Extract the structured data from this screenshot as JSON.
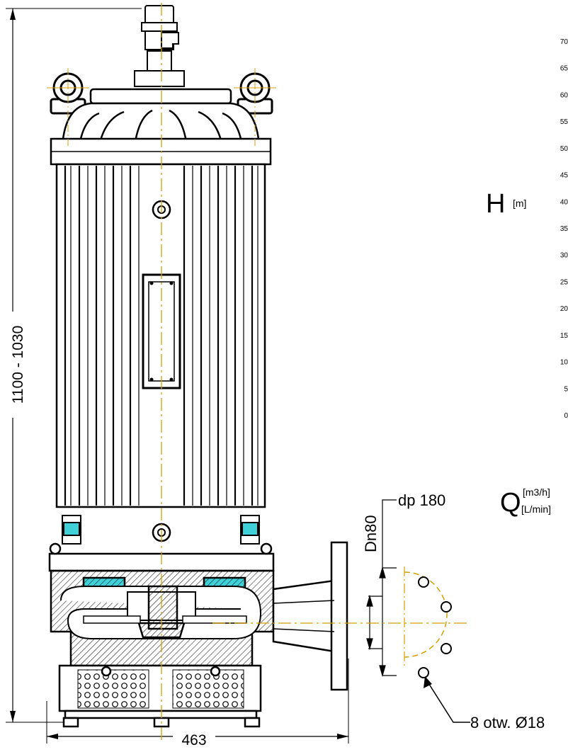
{
  "dimensions": {
    "height_label": "1100 - 1030",
    "width_label": "463",
    "outlet_dp_label": "dp 180",
    "outlet_dn_label": "Dn80",
    "flange_holes_label": "8 otw. Ø18"
  },
  "performance_chart": {
    "head_symbol": "H",
    "head_unit": "[m]",
    "flow_symbol": "Q",
    "flow_unit_m3h": "[m3/h]",
    "flow_unit_lmin": "[L/min]",
    "y_ticks": [
      "70",
      "65",
      "60",
      "55",
      "50",
      "45",
      "40",
      "35",
      "30",
      "25",
      "20",
      "15",
      "10",
      "5",
      "0"
    ]
  },
  "colors": {
    "outline": "#000000",
    "centerline": "#d4a000",
    "coolant": "#3fd0d8"
  }
}
